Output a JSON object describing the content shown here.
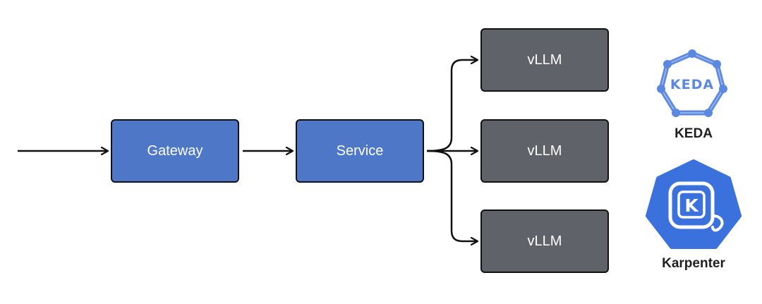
{
  "nodes": {
    "gateway": "Gateway",
    "service": "Service",
    "vllm": [
      "vLLM",
      "vLLM",
      "vLLM"
    ]
  },
  "logos": {
    "keda": {
      "label": "KEDA",
      "wordmark": "KEDA"
    },
    "karpenter": {
      "label": "Karpenter",
      "glyph": "K"
    }
  },
  "colors": {
    "node_blue": "#4e78c7",
    "node_gray": "#5f6369",
    "keda_blue": "#5b88e0",
    "karpenter_blue": "#3a71dc"
  }
}
